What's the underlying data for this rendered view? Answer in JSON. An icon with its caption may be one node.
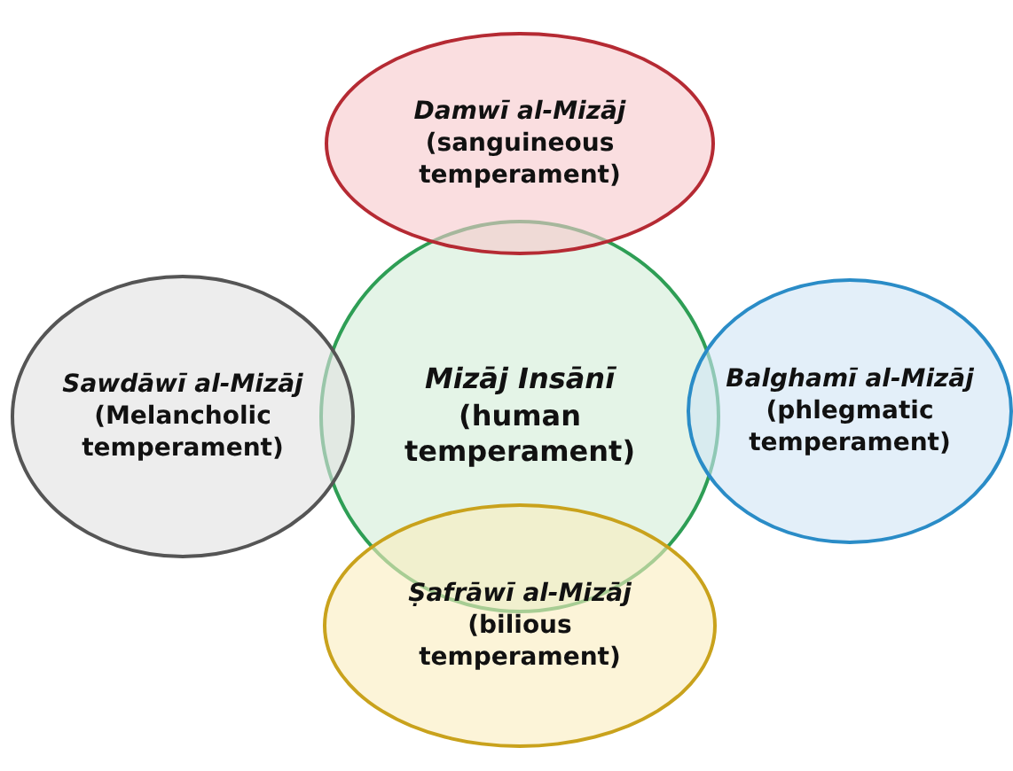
{
  "diagram": {
    "nodes": [
      {
        "text": [
          "Damwī al-Mizāj",
          "(sanguineous temperament)"
        ]
      },
      {
        "text": [
          "Sawdāwī al-Mizāj",
          "(Melancholic temperament)"
        ]
      },
      {
        "text": [
          "Mizāj Insānī",
          "(human temperament)"
        ]
      },
      {
        "text": [
          "Balghamī al-Mizāj",
          "(phlegmatic temperament)"
        ]
      },
      {
        "text": [
          "Ṣafrāwī al-Mizāj",
          "(bilious temperament)"
        ]
      }
    ]
  }
}
